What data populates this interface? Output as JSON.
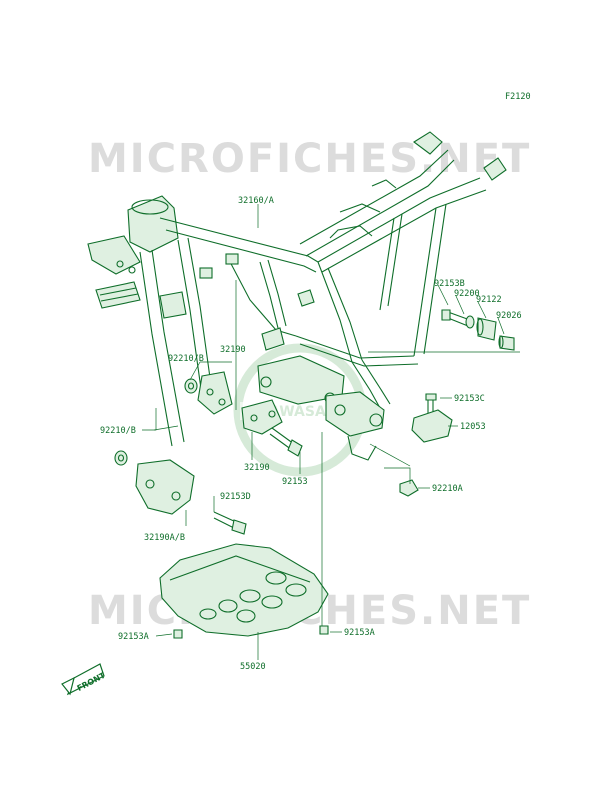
{
  "diagram_code": "F2120",
  "watermark_text": "MICROFICHES.NET",
  "front_badge": "FRONT",
  "logo_text": "KAWASAKI",
  "colors": {
    "line": "#0f6e2a",
    "watermark": "#dcdcdc",
    "background": "#ffffff"
  },
  "parts": {
    "frame": "32160/A",
    "bolt_b": "92153B",
    "collar_200": "92200",
    "collar_122": "92122",
    "bushing": "92026",
    "bolt_c": "92153C",
    "damper": "12053",
    "nut_a_right": "92210A",
    "nut_b_upper": "92210/B",
    "bracket_upper": "32190",
    "nut_b_lower": "92210/B",
    "bracket_lower": "32190",
    "bolt_plain": "92153",
    "bolt_d": "92153D",
    "bracket_ab": "32190A/B",
    "bolt_a_left": "92153A",
    "bolt_a_right": "92153A",
    "skid_plate": "55020"
  }
}
